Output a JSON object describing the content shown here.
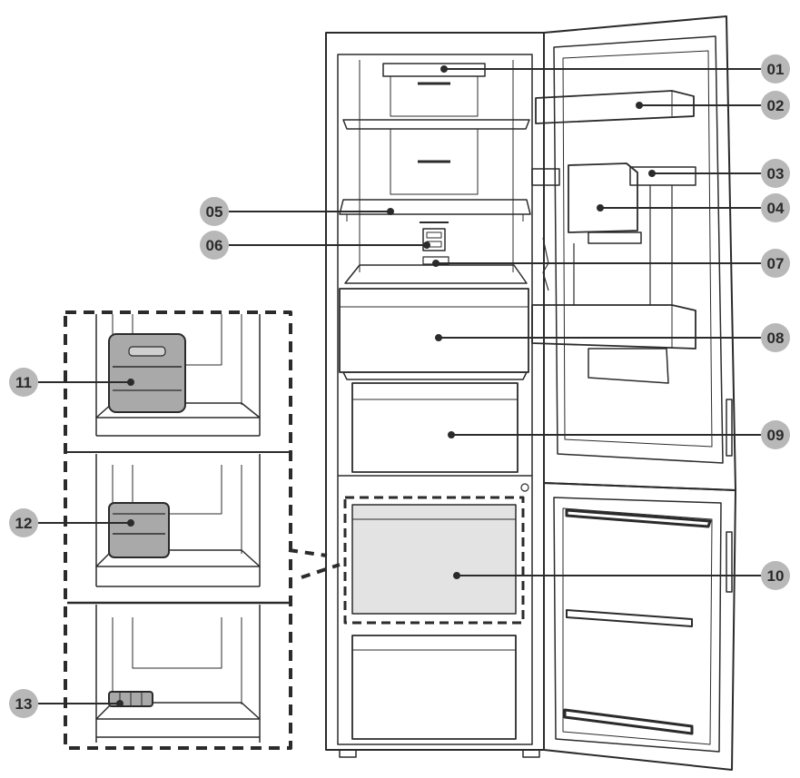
{
  "colors": {
    "line": "#2b2b2b",
    "badge_fill": "#b8b8b8",
    "badge_text": "#2b2b2b",
    "drawer_fill": "#e3e3e3",
    "item_fill": "#a9a9a9"
  },
  "labels": [
    {
      "id": "01",
      "text": "01"
    },
    {
      "id": "02",
      "text": "02"
    },
    {
      "id": "03",
      "text": "03"
    },
    {
      "id": "04",
      "text": "04"
    },
    {
      "id": "05",
      "text": "05"
    },
    {
      "id": "06",
      "text": "06"
    },
    {
      "id": "07",
      "text": "07"
    },
    {
      "id": "08",
      "text": "08"
    },
    {
      "id": "09",
      "text": "09"
    },
    {
      "id": "10",
      "text": "10"
    },
    {
      "id": "11",
      "text": "11"
    },
    {
      "id": "12",
      "text": "12"
    },
    {
      "id": "13",
      "text": "13"
    }
  ]
}
